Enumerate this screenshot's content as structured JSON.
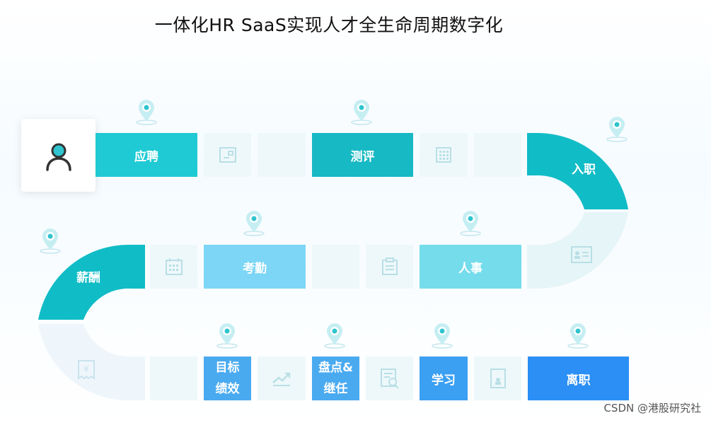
{
  "title": "一体化HR SaaS实现人才全生命周期数字化",
  "steps": {
    "recruit": "应聘",
    "assessment": "测评",
    "onboarding": "入职",
    "personnel": "人事",
    "attendance": "考勤",
    "salary": "薪酬",
    "goals_line1": "目标",
    "goals_line2": "绩效",
    "inventory_line1": "盘点&",
    "inventory_line2": "继任",
    "learning": "学习",
    "resignation": "离职"
  },
  "colors": {
    "teal": "#1fcad4",
    "teal_dark": "#17b9c4",
    "teal_curve": "#10bcc6",
    "sky": "#7dd6f5",
    "sky2": "#74dceb",
    "blue_mid": "#4aaaf0",
    "blue_deep": "#2b8ff5",
    "tile_light": "#eef8fa",
    "pin": "#2fc4cf"
  },
  "icons": [
    "person-icon",
    "location-pin-icon",
    "document-icon",
    "grid-icon",
    "id-card-icon",
    "calendar-icon",
    "clipboard-icon",
    "receipt-icon",
    "trend-icon",
    "search-doc-icon",
    "portrait-icon"
  ],
  "watermark": "CSDN @港股研究社"
}
